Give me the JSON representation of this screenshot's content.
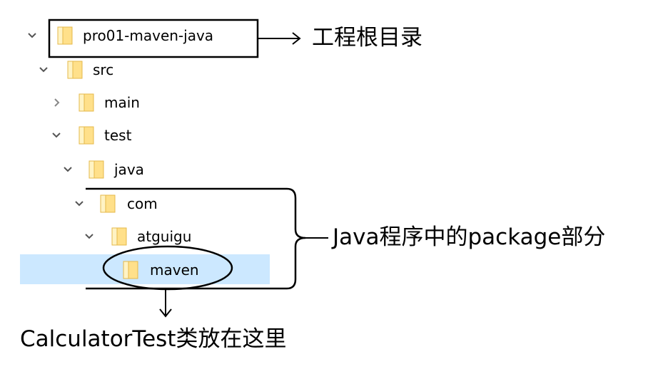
{
  "tree": {
    "items": [
      {
        "label": "pro01-maven-java",
        "expanded": true,
        "icon": "folder-icon"
      },
      {
        "label": "src",
        "expanded": true,
        "icon": "folder-icon"
      },
      {
        "label": "main",
        "expanded": false,
        "icon": "folder-icon"
      },
      {
        "label": "test",
        "expanded": true,
        "icon": "folder-icon"
      },
      {
        "label": "java",
        "expanded": true,
        "icon": "folder-icon"
      },
      {
        "label": "com",
        "expanded": true,
        "icon": "folder-icon"
      },
      {
        "label": "atguigu",
        "expanded": true,
        "icon": "folder-icon"
      },
      {
        "label": "maven",
        "expanded": false,
        "icon": "folder-icon",
        "selected": true
      }
    ]
  },
  "annotations": {
    "root_note": "工程根目录",
    "package_note": "Java程序中的package部分",
    "test_note": "CalculatorTest类放在这里"
  },
  "colors": {
    "folder_fill": "#ffe08a",
    "folder_edge": "#e6b84a",
    "selection": "#cce8ff",
    "line": "#000000"
  }
}
